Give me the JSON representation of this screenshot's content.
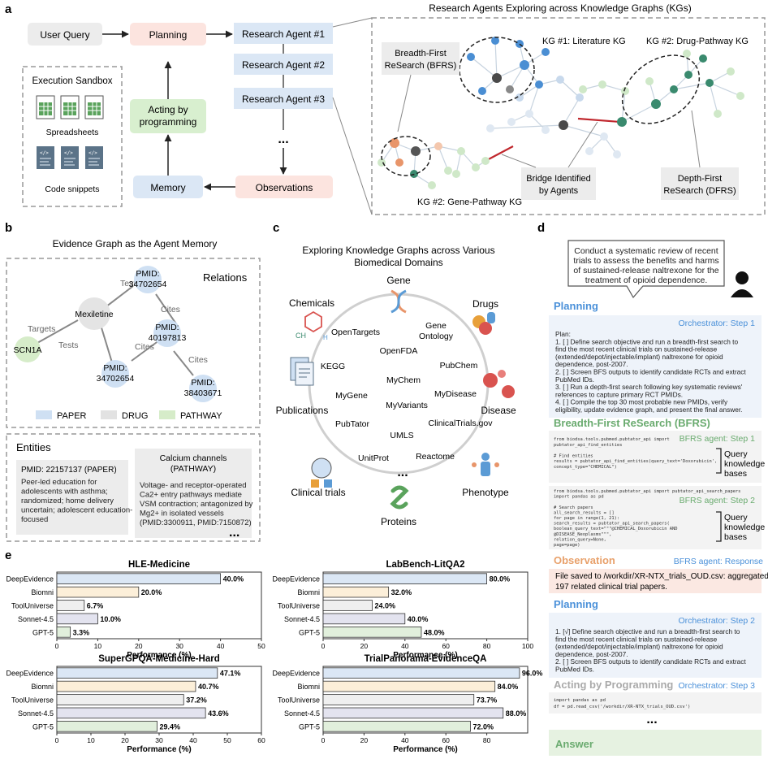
{
  "panel_a": {
    "label": "a",
    "user_query": "User Query",
    "planning": "Planning",
    "agents": [
      "Research Agent #1",
      "Research Agent #2",
      "Research Agent #3"
    ],
    "dots": "...",
    "acting": [
      "Acting by",
      "programming"
    ],
    "memory": "Memory",
    "observations": "Observations",
    "sandbox_title": "Execution Sandbox",
    "spreadsheets": "Spreadsheets",
    "code_snippets": "Code snippets",
    "kg_title": "Research Agents Exploring across Knowledge Graphs (KGs)",
    "bfrs_box": [
      "Breadth-First",
      "ReSearch (BFRS)"
    ],
    "kg1": "KG #1: Literature KG",
    "kg2a": "KG #2: Drug-Pathway KG",
    "kg2b": "KG #2: Gene-Pathway KG",
    "bridge": [
      "Bridge Identified",
      "by Agents"
    ],
    "dfrs": [
      "Depth-First",
      "ReSearch (DFRS)"
    ]
  },
  "panel_b": {
    "label": "b",
    "title": "Evidence Graph as the Agent Memory",
    "relations": "Relations",
    "nodes": {
      "pmid1": [
        "PMID:",
        "34702654"
      ],
      "pmid2": [
        "PMID:",
        "40197813"
      ],
      "pmid3": [
        "PMID:",
        "34702654"
      ],
      "pmid4": [
        "PMID:",
        "38403671"
      ],
      "drug": "Mexiletine",
      "gene": "SCN1A"
    },
    "edges": {
      "tests1": "Tests",
      "tests2": "Tests",
      "targets": "Targets",
      "cites1": "Cites",
      "cites2": "Cites",
      "cites3": "Cites"
    },
    "legend": [
      "PAPER",
      "DRUG",
      "PATHWAY"
    ],
    "entities_title": "Entities",
    "entity1_head": "PMID: 22157137 (PAPER)",
    "entity1_lines": [
      "Peer-led education for",
      "adolescents with asthma;",
      "randomized; home delivery",
      "uncertain; adolescent education-",
      "focused"
    ],
    "entity2_head": [
      "Calcium channels",
      "(PATHWAY)"
    ],
    "entity2_lines": [
      "Voltage- and receptor-operated",
      "Ca2+ entry pathways mediate",
      "VSM contraction; antagonized by",
      "Mg2+ in isolated vessels",
      "(PMID:3300911, PMID:7150872)"
    ],
    "more": "..."
  },
  "panel_c": {
    "label": "c",
    "title": [
      "Exploring Knowledge Graphs across Various",
      "Biomedical Domains"
    ],
    "domains": [
      "Gene",
      "Drugs",
      "Disease",
      "Phenotype",
      "Proteins",
      "Clinical trials",
      "Publications",
      "Chemicals"
    ],
    "sources": [
      "OpenTargets",
      "Gene",
      "Ontology",
      "OpenFDA",
      "KEGG",
      "PubChem",
      "MyChem",
      "MyGene",
      "MyDisease",
      "MyVariants",
      "PubTator",
      "ClinicalTrials.gov",
      "UMLS",
      "UnitProt",
      "Reactome"
    ],
    "dots": "..."
  },
  "panel_d": {
    "label": "d",
    "query": [
      "Conduct a systematic review of recent",
      "trials to assess the benefits and harms",
      "of sustained-release naltrexone for the",
      "treatment of opioid dependence."
    ],
    "planning": "Planning",
    "orch1": "Orchestrator: Step 1",
    "plan_lines": [
      "Plan:",
      "1. [ ] Define search objective and run a breadth-first search to",
      "find the most recent clinical trials on sustained-release",
      "(extended/depot/injectable/implant) naltrexone for opioid",
      "dependence, post-2007.",
      "2. [ ] Screen BFS outputs to identify candidate RCTs and extract",
      "PubMed IDs.",
      "3. [ ] Run a depth-first search following key systematic reviews'",
      "references to capture primary RCT PMIDs.",
      "4. [ ] Compile the top 30 most probable new PMIDs, verify",
      "eligibility, update evidence graph, and present the final answer."
    ],
    "bfrs": "Breadth-First ReSearch (BFRS)",
    "bfrs1": "BFRS agent: Step 1",
    "code1": [
      "from biodsa.tools.pubmed.pubtator_api import",
      "pubtator_api_find_entities",
      "",
      "# Find entities",
      "results = pubtator_api_find_entities(query_text='Doxorubicin',",
      "concept_type=\"CHEMICAL\")"
    ],
    "query_kb": [
      "Query",
      "knowledge",
      "bases"
    ],
    "code2": [
      "from biodsa.tools.pubmed.pubtator_api import pubtator_api_search_papers",
      "import pandas as pd",
      "",
      "# Search papers",
      "all_search_results = []",
      "for page in range(1, 21):",
      "    search_results = pubtator_api_search_papers(",
      "        boolean_query_text=\"\"\"@CHEMICAL_Doxorubicin AND",
      "@DISEASE_Neoplasms\"\"\",",
      "        relation_query=None,",
      "        page=page)"
    ],
    "bfrs2": "BFRS agent: Step 2",
    "observation": "Observation",
    "bfrs_resp": "BFRS agent: Response",
    "obs_lines": [
      "File saved to /workdir/XR-NTX_trials_OUD.csv: aggregated",
      "197 related clinical trial papers."
    ],
    "planning2": "Planning",
    "orch2": "Orchestrator: Step 2",
    "plan2_lines": [
      "1. [√] Define search objective and run a breadth-first search to",
      "find the most recent clinical trials on sustained-release",
      "(extended/depot/injectable/implant) naltrexone for opioid",
      "dependence, post-2007.",
      "2. [ ] Screen BFS outputs to identify candidate RCTs and extract",
      "PubMed IDs."
    ],
    "acting": "Acting by Programming",
    "orch3": "Orchestrator: Step 3",
    "code3": [
      "import pandas as pd",
      "df = pd.read_csv('/workdir/XR-NTX_trials_OUD.csv')"
    ],
    "dots": "...",
    "answer": "Answer"
  },
  "panel_e": {
    "label": "e"
  },
  "chart_data": [
    {
      "type": "bar",
      "title": "HLE-Medicine",
      "xlabel": "Performance (%)",
      "xlim": [
        0,
        50
      ],
      "xticks": [
        0,
        10,
        20,
        30,
        40,
        50
      ],
      "categories": [
        "DeepEvidence",
        "Biomni",
        "ToolUniverse",
        "Sonnet-4.5",
        "GPT-5"
      ],
      "values": [
        40.0,
        20.0,
        6.7,
        10.0,
        3.3
      ],
      "labels": [
        "40.0%",
        "20.0%",
        "6.7%",
        "10.0%",
        "3.3%"
      ]
    },
    {
      "type": "bar",
      "title": "LabBench-LitQA2",
      "xlabel": "Performance (%)",
      "xlim": [
        0,
        100
      ],
      "xticks": [
        0,
        20,
        40,
        60,
        80,
        100
      ],
      "categories": [
        "DeepEvidence",
        "Biomni",
        "ToolUniverse",
        "Sonnet-4.5",
        "GPT-5"
      ],
      "values": [
        80.0,
        32.0,
        24.0,
        40.0,
        48.0
      ],
      "labels": [
        "80.0%",
        "32.0%",
        "24.0%",
        "40.0%",
        "48.0%"
      ]
    },
    {
      "type": "bar",
      "title": "SuperGPQA-Medicine-Hard",
      "xlabel": "Performance (%)",
      "xlim": [
        0,
        60
      ],
      "xticks": [
        0,
        10,
        20,
        30,
        40,
        50,
        60
      ],
      "categories": [
        "DeepEvidence",
        "Biomni",
        "ToolUniverse",
        "Sonnet-4.5",
        "GPT-5"
      ],
      "values": [
        47.1,
        40.7,
        37.2,
        43.6,
        29.4
      ],
      "labels": [
        "47.1%",
        "40.7%",
        "37.2%",
        "43.6%",
        "29.4%"
      ]
    },
    {
      "type": "bar",
      "title": "TrialPanorama-EvidenceQA",
      "xlabel": "Performance (%)",
      "xlim": [
        0,
        100
      ],
      "xticks": [
        0,
        20,
        40,
        60,
        80
      ],
      "categories": [
        "DeepEvidence",
        "Biomni",
        "ToolUniverse",
        "Sonnet-4.5",
        "GPT-5"
      ],
      "values": [
        96.0,
        84.0,
        73.7,
        88.0,
        72.0
      ],
      "labels": [
        "96.0%",
        "84.0%",
        "73.7%",
        "88.0%",
        "72.0%"
      ]
    }
  ],
  "colors": {
    "bars": [
      "#dbe7f5",
      "#fcefd9",
      "#efefef",
      "#e3e3ef",
      "#e1efdc"
    ],
    "paper": "#cfe0f3",
    "drug": "#e2e2e2",
    "pathway": "#d6ecc9",
    "planning_head": "#4a90d9",
    "bfrs_head": "#6aab6f",
    "obs_head": "#e8a06a"
  }
}
